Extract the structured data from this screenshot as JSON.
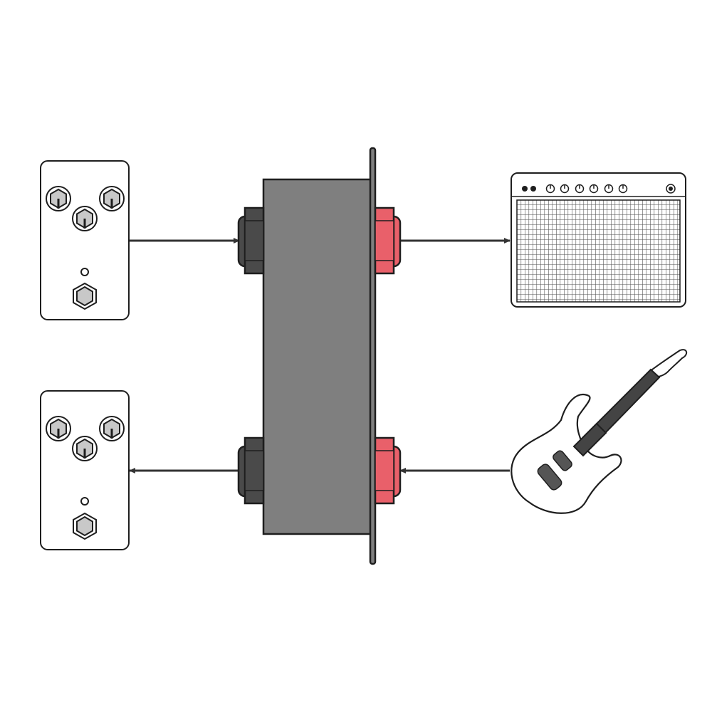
{
  "diagram": {
    "type": "pedalboard-patch-bay-routing",
    "icons": {
      "pedal": "effects-pedal-icon",
      "amp": "guitar-amplifier-icon",
      "guitar": "electric-guitar-icon",
      "patch_box": "patch-bay-box",
      "jack": "quarter-inch-jack-icon"
    },
    "colors": {
      "box_fill": "#7f7f7f",
      "outline": "#1e1e1e",
      "black_jack": "#4a4a4a",
      "red_jack": "#e9606a",
      "pedal_fill": "#ffffff",
      "knob_fill": "#c8c8c8",
      "arrow": "#333333",
      "amp_grille": "#555555",
      "guitar_neck": "#444444"
    },
    "connections": [
      {
        "from": "pedal-top",
        "to": "box-jack-top-left",
        "direction": "right"
      },
      {
        "from": "box-jack-top-right",
        "to": "amplifier",
        "direction": "right"
      },
      {
        "from": "box-jack-bottom-left",
        "to": "pedal-bottom",
        "direction": "left"
      },
      {
        "from": "guitar",
        "to": "box-jack-bottom-right",
        "direction": "left"
      }
    ]
  }
}
